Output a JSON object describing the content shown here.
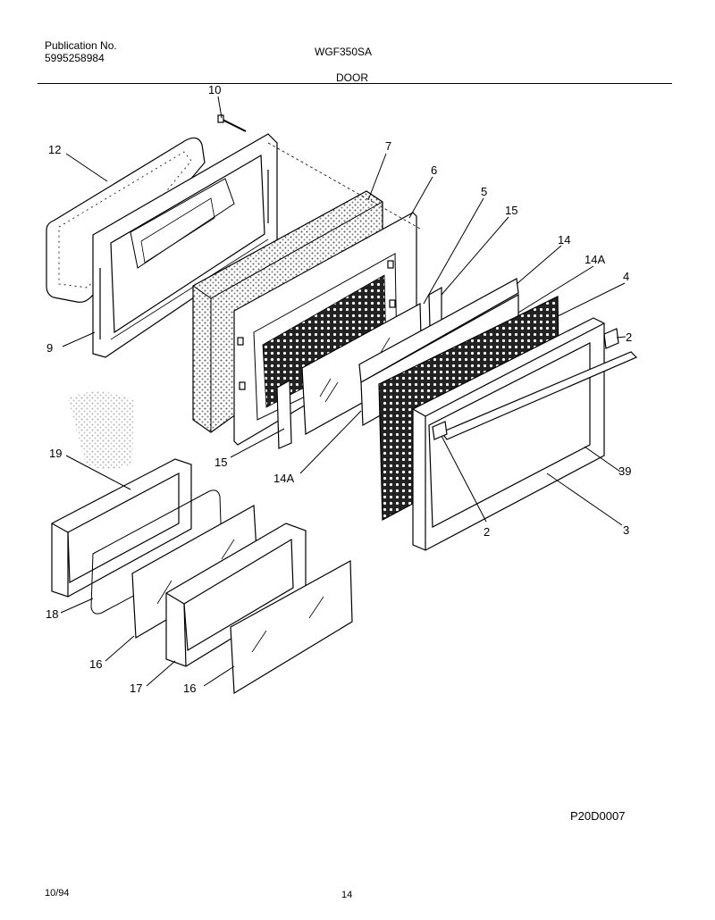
{
  "header": {
    "publication_label": "Publication No.",
    "publication_number": "5995258984",
    "model": "WGF350SA",
    "section": "DOOR"
  },
  "diagram": {
    "callouts": [
      "10",
      "12",
      "7",
      "6",
      "5",
      "15",
      "14",
      "14A",
      "4",
      "2",
      "9",
      "15",
      "14A",
      "39",
      "2",
      "3",
      "19",
      "18",
      "16",
      "17",
      "16"
    ]
  },
  "figure_code": "P20D0007",
  "footer": {
    "date": "10/94",
    "page": "14"
  }
}
